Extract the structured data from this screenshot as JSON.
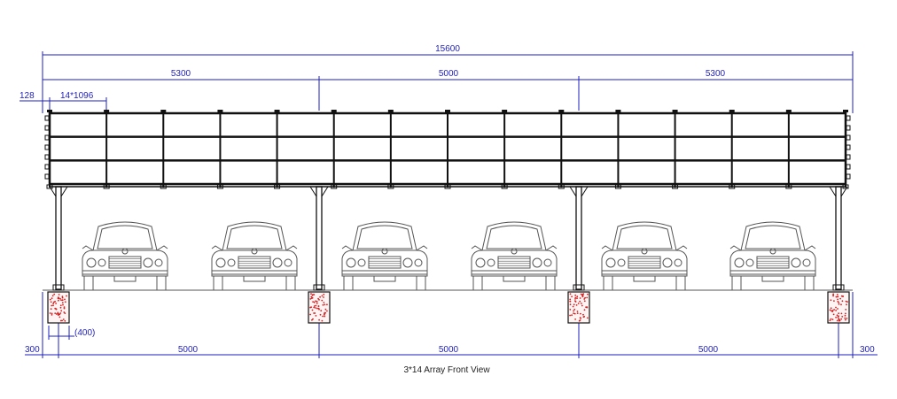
{
  "title": "3*14  Array  Front View",
  "colors": {
    "dimension": "#1f1fbf",
    "structure": "#111111",
    "car": "#555555",
    "footing_fill": "#fff4f4",
    "footing_speckle": "#d42020"
  },
  "dimensions": {
    "overall": "15600",
    "top_spans": [
      "5300",
      "5000",
      "5300"
    ],
    "module_callout": "14*1096",
    "edge_offset": "128",
    "footing_width": "(400)",
    "bottom_left_offset": "300",
    "bottom_spans": [
      "5000",
      "5000",
      "5000"
    ],
    "bottom_right_offset": "300"
  },
  "array": {
    "rows": 3,
    "modules_per_row": 14,
    "columns": 4,
    "cars": 6
  },
  "icons": {
    "car": "car-front-icon",
    "footing": "concrete-footing-icon"
  }
}
